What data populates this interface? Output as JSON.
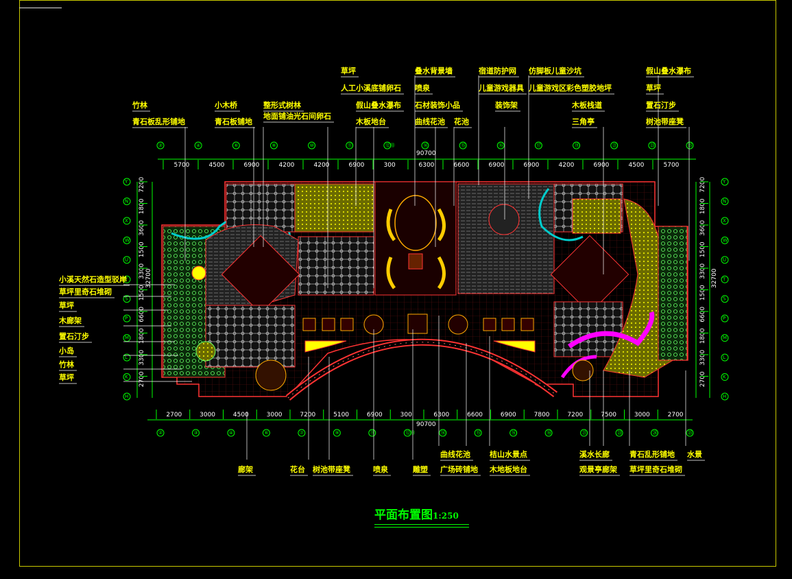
{
  "drawing": {
    "title": "平面布置图",
    "scale": "1:250"
  },
  "labels_top": [
    {
      "id": "t1",
      "text": "草坪"
    },
    {
      "id": "t2",
      "text": "人工小溪底铺卵石"
    },
    {
      "id": "t3",
      "text": "叠水背景墙"
    },
    {
      "id": "t4",
      "text": "喷泉"
    },
    {
      "id": "t5",
      "text": "宿道防护网"
    },
    {
      "id": "t6",
      "text": "儿童游戏器具"
    },
    {
      "id": "t7",
      "text": "仿脚板儿童沙坑"
    },
    {
      "id": "t8",
      "text": "儿童游戏区彩色塑胶地坪"
    },
    {
      "id": "t9",
      "text": "假山叠水瀑布"
    },
    {
      "id": "t10",
      "text": "草坪"
    },
    {
      "id": "t11",
      "text": "置石汀步"
    },
    {
      "id": "t12",
      "text": "竹林"
    },
    {
      "id": "t13",
      "text": "青石板乱形铺地"
    },
    {
      "id": "t14",
      "text": "小木桥"
    },
    {
      "id": "t15",
      "text": "青石板铺地"
    },
    {
      "id": "t16",
      "text": "整形式树林"
    },
    {
      "id": "t17",
      "text": "地面铺油光石间卵石"
    },
    {
      "id": "t18",
      "text": "假山叠水瀑布"
    },
    {
      "id": "t19",
      "text": "木板地台"
    },
    {
      "id": "t20",
      "text": "石材装饰小品"
    },
    {
      "id": "t21",
      "text": "曲线花池"
    },
    {
      "id": "t22",
      "text": "花池"
    },
    {
      "id": "t23",
      "text": "装饰架"
    },
    {
      "id": "t24",
      "text": "木板栈道"
    },
    {
      "id": "t25",
      "text": "三角亭"
    },
    {
      "id": "t26",
      "text": "树池带座凳"
    }
  ],
  "labels_left": [
    {
      "id": "l1",
      "text": "小溪天然石造型驳岸"
    },
    {
      "id": "l2",
      "text": "草坪里奇石堆砌"
    },
    {
      "id": "l3",
      "text": "草坪"
    },
    {
      "id": "l4",
      "text": "木廊架"
    },
    {
      "id": "l5",
      "text": "置石汀步"
    },
    {
      "id": "l6",
      "text": "小岛"
    },
    {
      "id": "l7",
      "text": "竹林"
    },
    {
      "id": "l8",
      "text": "草坪"
    }
  ],
  "labels_bottom": [
    {
      "id": "b1",
      "text": "廊架"
    },
    {
      "id": "b2",
      "text": "花台"
    },
    {
      "id": "b3",
      "text": "树池带座凳"
    },
    {
      "id": "b4",
      "text": "喷泉"
    },
    {
      "id": "b5",
      "text": "雕塑"
    },
    {
      "id": "b6",
      "text": "曲线花池"
    },
    {
      "id": "b7",
      "text": "广场砖铺地"
    },
    {
      "id": "b8",
      "text": "桔山水景点"
    },
    {
      "id": "b9",
      "text": "木地板地台"
    },
    {
      "id": "b10",
      "text": "溪水长廊"
    },
    {
      "id": "b11",
      "text": "观景亭廊架"
    },
    {
      "id": "b12",
      "text": "青石乱形铺地"
    },
    {
      "id": "b13",
      "text": "草坪里奇石堆砌"
    },
    {
      "id": "b14",
      "text": "水景"
    }
  ],
  "dims_top": [
    "5700",
    "4500",
    "6900",
    "4200",
    "4200",
    "6900",
    "300",
    "6300",
    "6600",
    "6900",
    "6900",
    "4200",
    "6900",
    "4500",
    "5700"
  ],
  "dims_top_total": "90700",
  "dims_bottom": [
    "2700",
    "3000",
    "4500",
    "3000",
    "7200",
    "5100",
    "6900",
    "300",
    "6300",
    "6600",
    "6900",
    "7800",
    "7200",
    "7500",
    "3000",
    "2700"
  ],
  "dims_bottom_total": "90700",
  "dims_left": [
    "7200",
    "1800",
    "3600",
    "1500",
    "3300",
    "1500",
    "6600",
    "1800",
    "3300",
    "2700"
  ],
  "dims_left_total": "32700",
  "dims_right": [
    "7200",
    "1800",
    "3600",
    "1500",
    "3300",
    "1500",
    "6600",
    "1800",
    "3300",
    "2700"
  ],
  "dims_right_total": "32700",
  "axes_top": [
    "②",
    "④",
    "⑥",
    "⑧",
    "⑩",
    "⑪",
    "⑫⑬",
    "⑭",
    "⑮",
    "⑯",
    "⑰",
    "⑲",
    "㉑",
    "㉓",
    "㉕"
  ],
  "axes_bottom": [
    "②",
    "③",
    "④",
    "⑥",
    "⑦",
    "⑨",
    "⑪",
    "⑫⑬",
    "⑭",
    "⑮",
    "⑯",
    "⑱",
    "㉑",
    "㉓",
    "㉔",
    "㉕"
  ],
  "axes_side": [
    "Y",
    "N",
    "X",
    "W",
    "U",
    "T",
    "S",
    "P",
    "M",
    "L",
    "K",
    "H"
  ],
  "colors": {
    "lines": "#ff3333",
    "text": "#ffff00",
    "grid": "#ffffff",
    "lawn": "#ffff00",
    "plant": "#00ff00",
    "water": "#00cccc",
    "accent": "#ff00ff"
  }
}
